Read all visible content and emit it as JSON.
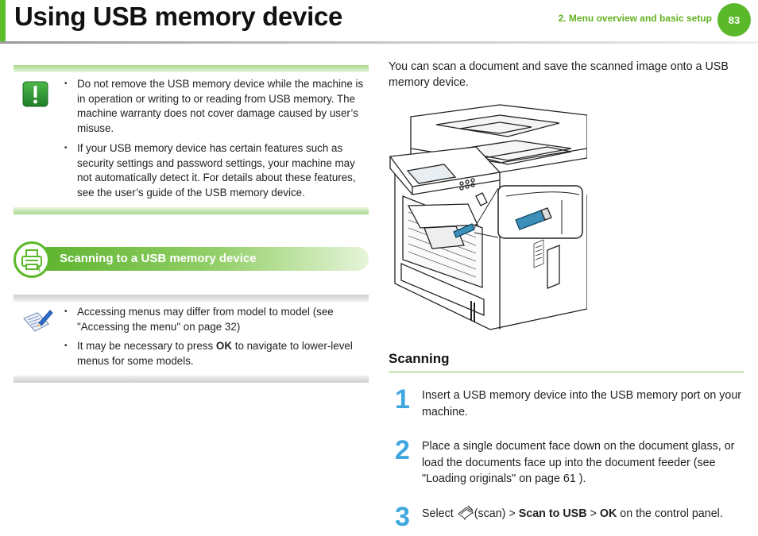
{
  "header": {
    "title": "Using USB memory device",
    "section": "2.  Menu overview and basic setup",
    "page_number": "83"
  },
  "caution": {
    "icon": "exclamation-icon",
    "items": [
      "Do not remove the USB memory device while the machine is in operation or writing to or reading from USB memory. The machine warranty does not cover damage caused by user’s misuse.",
      "If your USB memory device has certain features such as security settings and password settings, your machine may not automatically detect it. For details about these features, see the user’s guide of the USB memory device."
    ]
  },
  "scan_heading": {
    "label": "Scanning to a USB memory device",
    "icon": "scanner-icon"
  },
  "note": {
    "icon": "pencil-note-icon",
    "item1": "Accessing menus may differ from model to model (see \"Accessing the menu\" on page 32)",
    "item2_pre": "It may be necessary to press ",
    "item2_bold": "OK",
    "item2_post": " to navigate to lower-level menus for some models."
  },
  "intro": "You can scan a document and save the scanned image onto a USB memory device.",
  "scanning": {
    "heading": "Scanning",
    "steps": [
      {
        "num": "1",
        "text": "Insert a USB memory device into the USB memory port on your machine."
      },
      {
        "num": "2",
        "text": "Place a single document face down on the document glass, or load the documents face up into the document feeder (see \"Loading originals\" on page 61 )."
      },
      {
        "num": "3",
        "pre": "Select ",
        "icon_label": "(scan) > ",
        "b1": "Scan to USB",
        "mid": " > ",
        "b2": "OK",
        "post": " on the control panel."
      }
    ]
  },
  "colors": {
    "accent_green": "#5bb82a",
    "step_blue": "#3fa6e0"
  }
}
